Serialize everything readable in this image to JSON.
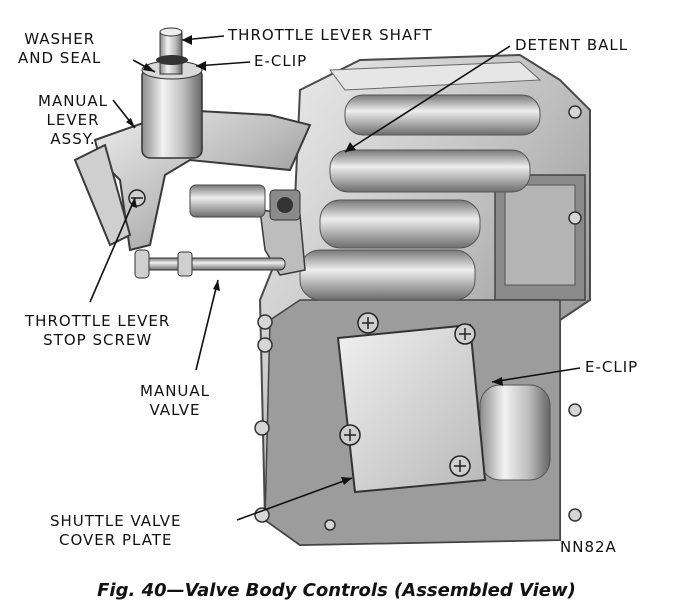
{
  "labels": {
    "washer_seal": [
      "WASHER",
      "AND SEAL"
    ],
    "throttle_shaft": "THROTTLE LEVER SHAFT",
    "eclip_top": "E-CLIP",
    "detent_ball": "DETENT BALL",
    "manual_lever": [
      "MANUAL",
      "LEVER",
      "ASSY."
    ],
    "throttle_stop": [
      "THROTTLE LEVER",
      "STOP SCREW"
    ],
    "manual_valve": [
      "MANUAL",
      "VALVE"
    ],
    "eclip_right": "E-CLIP",
    "shuttle_plate": [
      "SHUTTLE VALVE",
      "COVER PLATE"
    ]
  },
  "code": "NN82A",
  "caption": "Fig. 40—Valve Body Controls (Assembled View)",
  "colors": {
    "metal_light": "#d9d9d9",
    "metal_mid": "#a8a8a8",
    "metal_dark": "#555555",
    "ink": "#111111"
  }
}
